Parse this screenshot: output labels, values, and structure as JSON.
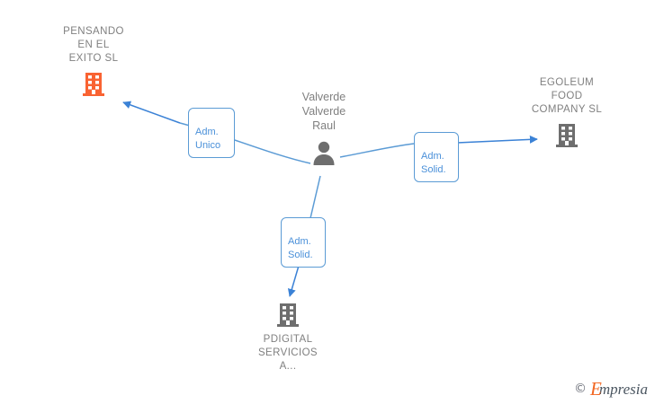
{
  "diagram": {
    "type": "org-relationship-graph",
    "background": "#ffffff",
    "colors": {
      "edge": "#4a90d9",
      "box_border": "#5b9bd5",
      "box_text": "#4a90d9",
      "node_label": "#808080",
      "company_orange": "#f96332",
      "company_gray": "#6e6e6e",
      "person_gray": "#6e6e6e",
      "watermark_orange": "#f26722",
      "watermark_dark": "#4a5560"
    }
  },
  "center": {
    "name": "Valverde\nValverde\nRaul",
    "icon": "person-icon"
  },
  "nodes": [
    {
      "id": "pensando",
      "label": "PENSANDO\nEN EL\nEXITO  SL",
      "icon": "company-building-icon",
      "icon_color": "#f96332",
      "label_position": "above"
    },
    {
      "id": "egoleum",
      "label": "EGOLEUM\nFOOD\nCOMPANY  SL",
      "icon": "company-building-icon",
      "icon_color": "#6e6e6e",
      "label_position": "above"
    },
    {
      "id": "pdigital",
      "label": "PDIGITAL\nSERVICIOS\nA...",
      "icon": "company-building-icon",
      "icon_color": "#6e6e6e",
      "label_position": "below"
    }
  ],
  "relations": [
    {
      "id": "rel-pensando",
      "label": "Adm.\nUnico",
      "from": "center",
      "to": "pensando"
    },
    {
      "id": "rel-egoleum",
      "label": "Adm.\nSolid.",
      "from": "center",
      "to": "egoleum"
    },
    {
      "id": "rel-pdigital",
      "label": "Adm.\nSolid.",
      "from": "center",
      "to": "pdigital"
    }
  ],
  "watermark": {
    "copyright": "©",
    "brand_initial": "E",
    "brand_rest": "mpresia"
  }
}
